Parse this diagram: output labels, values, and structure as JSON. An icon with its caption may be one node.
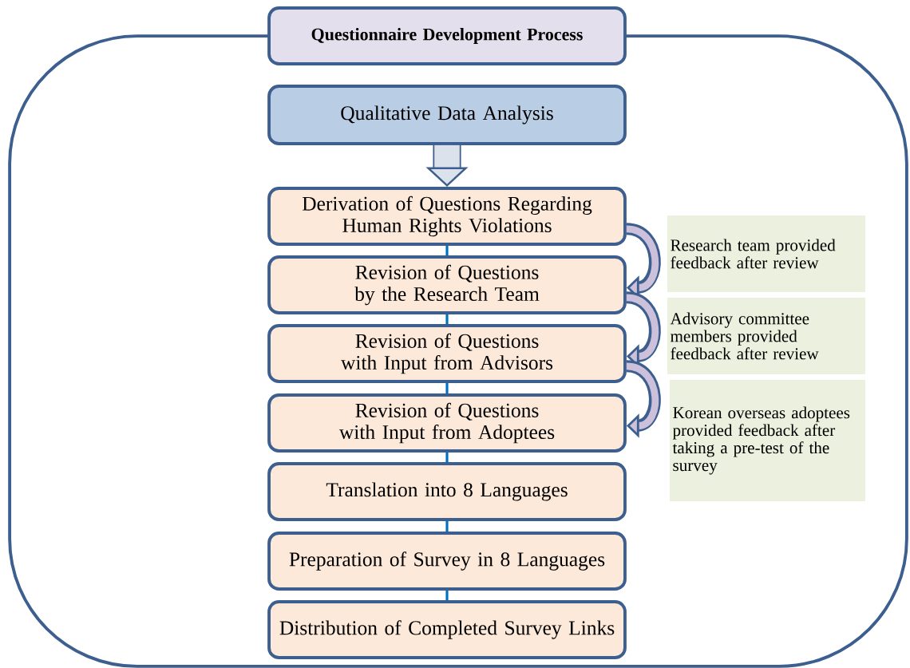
{
  "diagram": {
    "nodes": [
      {
        "text": [],
        "shape": "box"
      },
      {
        "text": [
          "Questionnaire Development Process"
        ]
      },
      {
        "text": [
          "Qualitative Data Analysis"
        ],
        "in": 0
      },
      {
        "text": [
          "Derivation of Questions Regarding Human Rights Violations"
        ],
        "in": 0
      },
      {
        "text": [
          "Revision of Questions by the Research Team"
        ],
        "in": 0
      },
      {
        "text": [
          "Revision of Questions with Input from Advisors"
        ],
        "in": 0
      },
      {
        "text": [
          "Revision of Questions with Input from Adoptees"
        ],
        "in": 0
      },
      {
        "text": [
          "Translation into 8 Languages"
        ],
        "in": 0
      },
      {
        "text": [
          "Preparation of Survey in 8 Languages"
        ],
        "in": 0
      },
      {
        "text": [
          "Distribution of Completed Survey Links"
        ],
        "in": 0
      },
      {
        "text": [
          "Research team provided feedback after review"
        ],
        "in": 0
      },
      {
        "text": [
          "Advisory committee members provided feedback after review"
        ],
        "in": 0
      },
      {
        "text": [
          "Korean overseas adoptees provided feedback after taking a pre-test of the survey"
        ],
        "in": 0
      }
    ],
    "edges": [
      {
        "from": 2,
        "to": 3,
        "arrow": "to",
        "style": "thick",
        "color": "#3c5f8f"
      },
      {
        "from": 3,
        "to": 4,
        "arrow": "none"
      },
      {
        "from": 4,
        "to": 5,
        "arrow": "none"
      },
      {
        "from": 5,
        "to": 6,
        "arrow": "none"
      },
      {
        "from": 6,
        "to": 7,
        "arrow": "none"
      },
      {
        "from": 7,
        "to": 8,
        "arrow": "none"
      },
      {
        "from": 8,
        "to": 9,
        "arrow": "none"
      },
      {
        "from": 3,
        "to": 4,
        "arrow": "to",
        "style": "thick",
        "color": "#ccc0da"
      },
      {
        "from": 4,
        "to": 5,
        "arrow": "to",
        "style": "thick",
        "color": "#ccc0da"
      },
      {
        "from": 5,
        "to": 6,
        "arrow": "to",
        "style": "thick",
        "color": "#ccc0da"
      }
    ]
  }
}
